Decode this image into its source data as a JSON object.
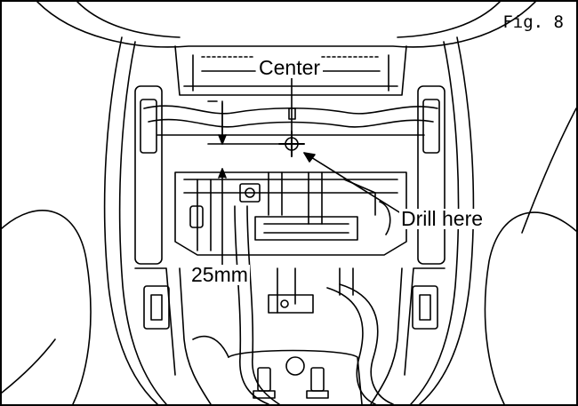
{
  "figure": {
    "label": "Fig. 8"
  },
  "callouts": {
    "center": "Center",
    "drill": "Drill here",
    "distance": "25mm"
  },
  "colors": {
    "line": "#000000",
    "background": "#ffffff"
  }
}
